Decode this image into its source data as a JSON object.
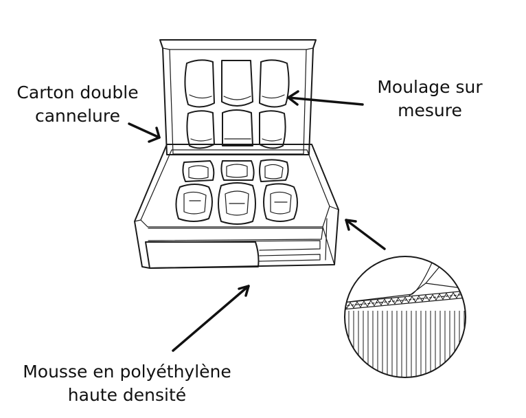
{
  "labels": {
    "carton": [
      "Carton double",
      "cannelure"
    ],
    "moulage": [
      "Moulage sur",
      "mesure"
    ],
    "mousse": [
      "Mousse en polyéthylène",
      "haute densité"
    ]
  },
  "colors": {
    "line": "#1a1a1a",
    "text": "#111111",
    "background": "#ffffff"
  }
}
